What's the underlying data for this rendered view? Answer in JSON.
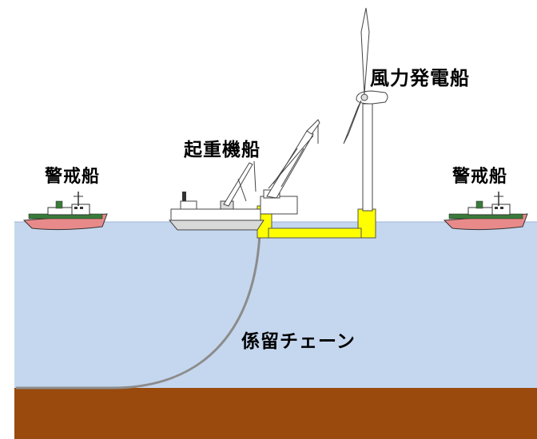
{
  "labels": {
    "wind_turbine_ship": "風力発電船",
    "crane_ship": "起重機船",
    "guard_ship_left": "警戒船",
    "guard_ship_right": "警戒船",
    "mooring_chain": "係留チェーン"
  },
  "colors": {
    "sea": "#c5d7ee",
    "seabed": "#9a4a0c",
    "float_body": "#ffff00",
    "chain": "#8c8c8c",
    "guard_hull": "#e88a8a",
    "guard_deck": "#3a7a3a"
  }
}
